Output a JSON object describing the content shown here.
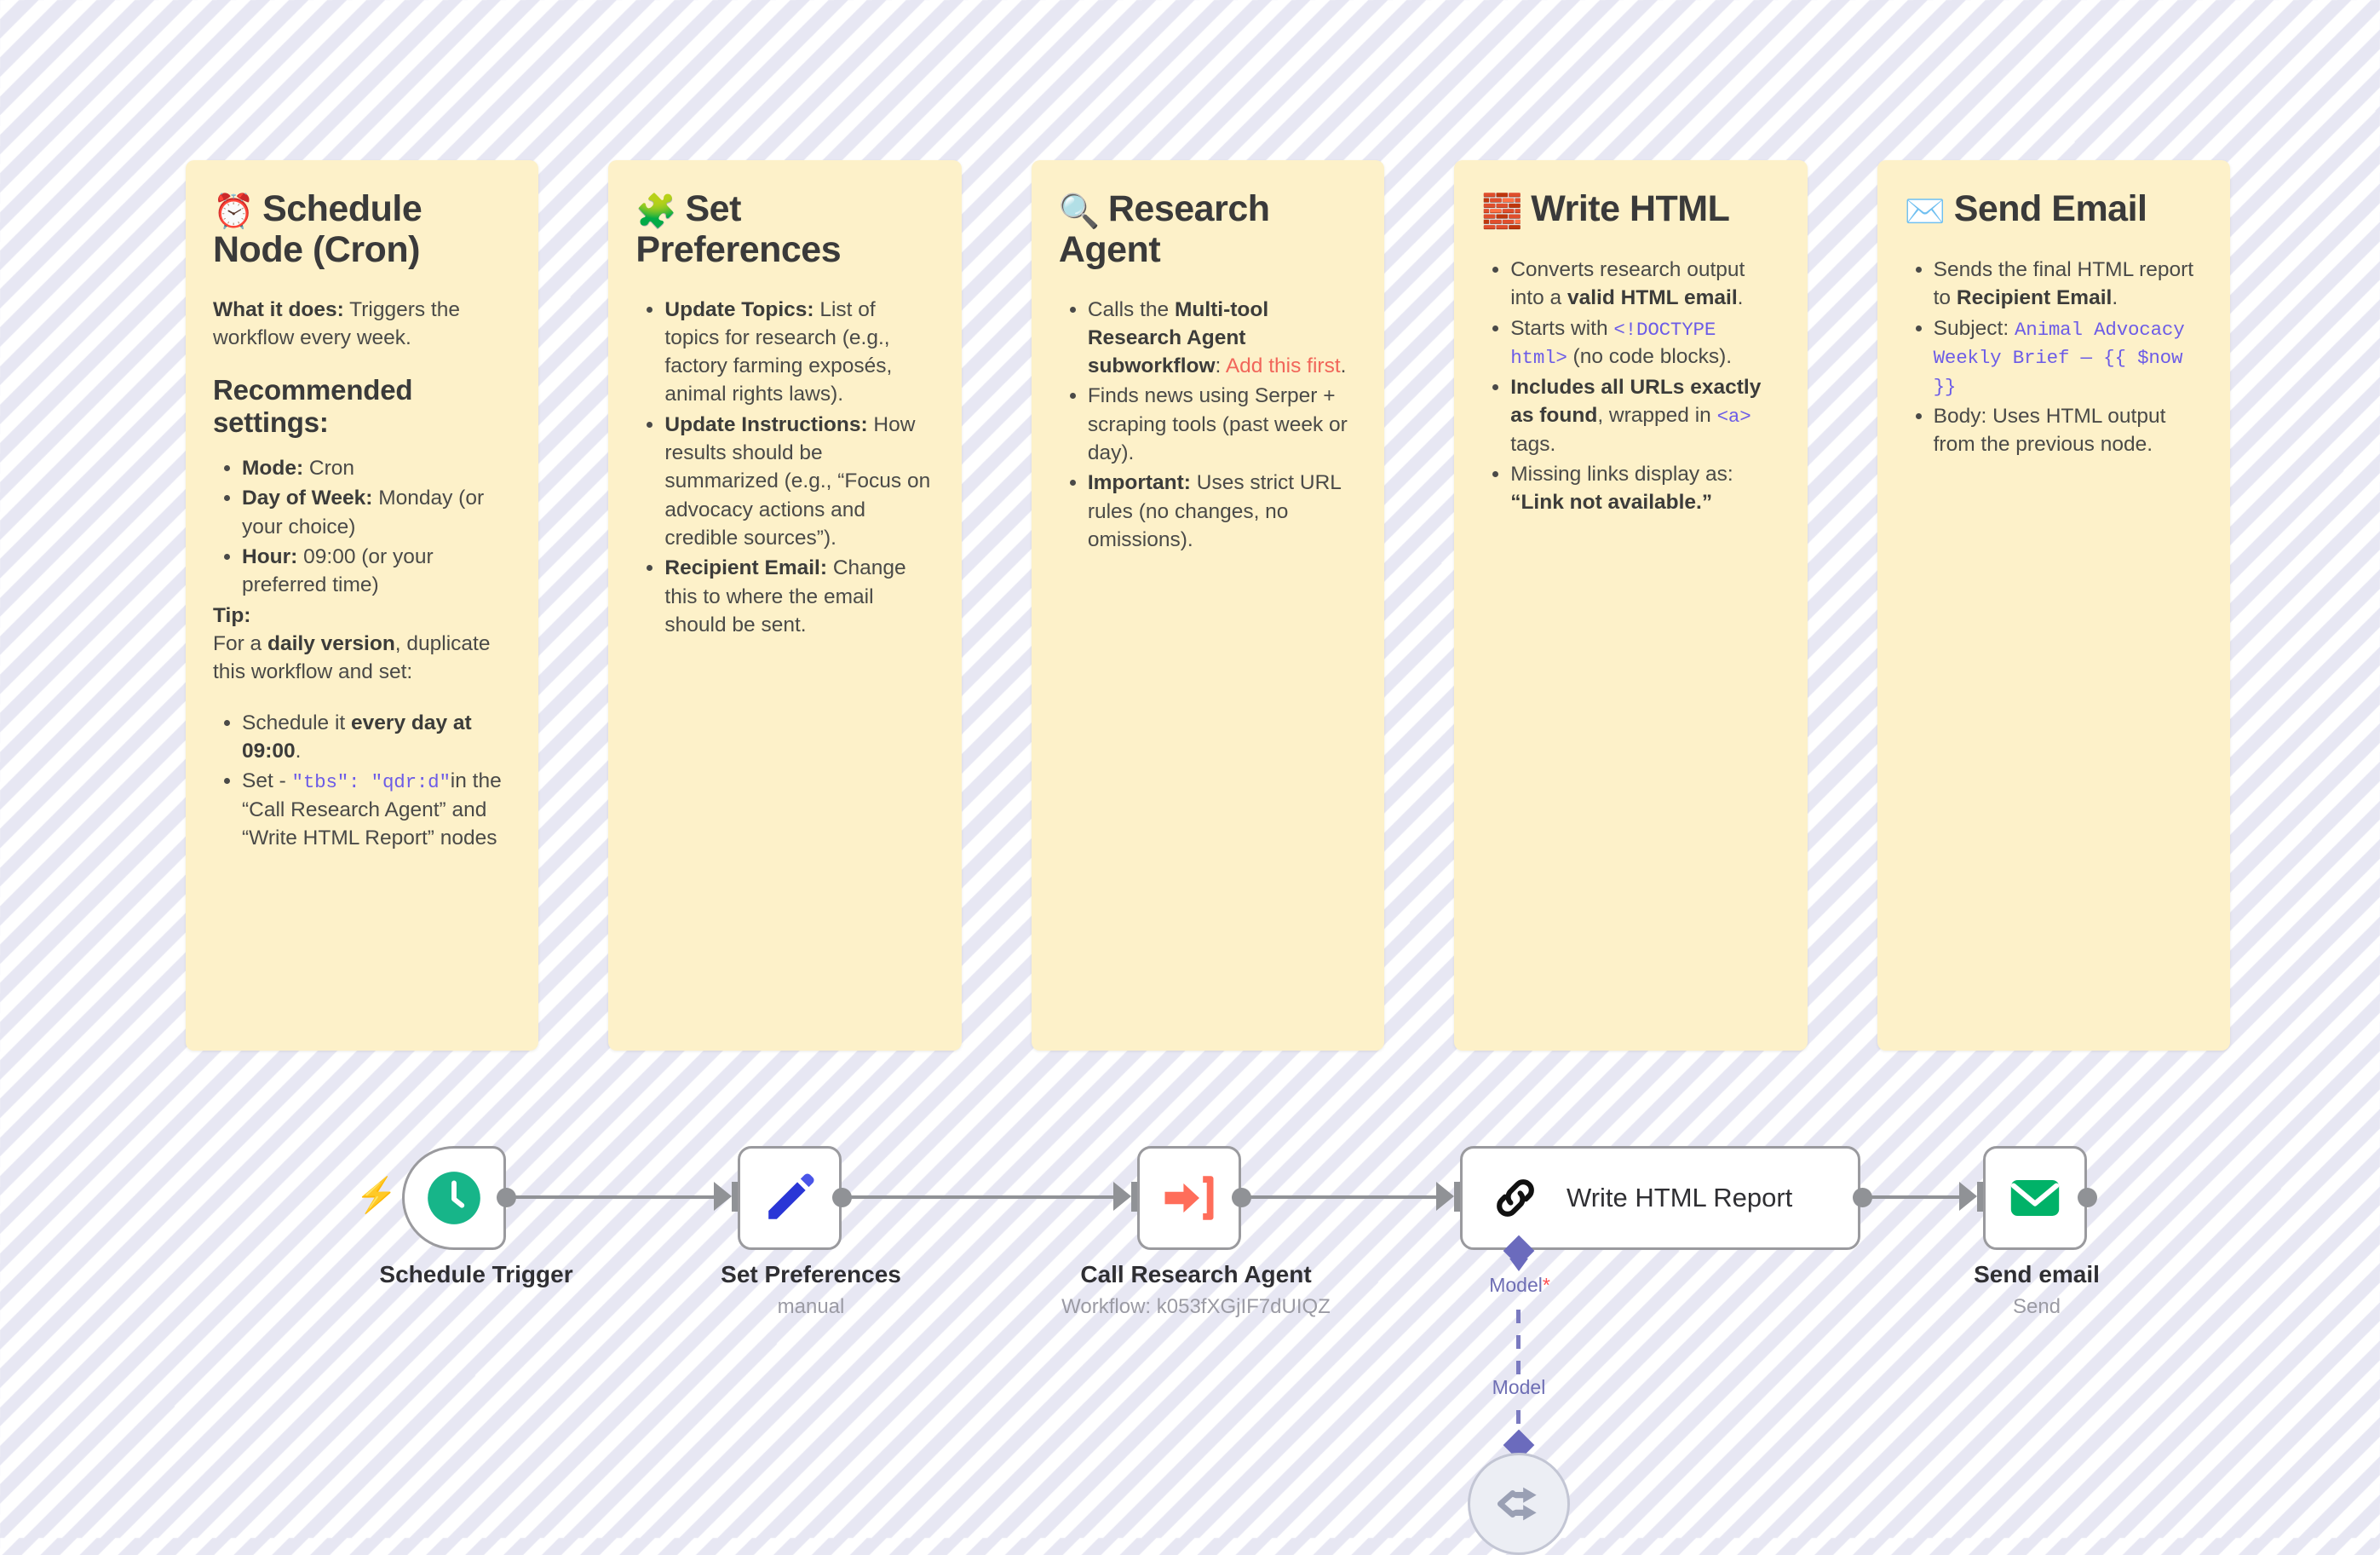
{
  "sticky_notes": [
    {
      "id": "schedule-node",
      "emoji": "⏰",
      "emoji_name": "alarm-clock-icon",
      "title": "Schedule Node (Cron)",
      "intro_label": "What it does:",
      "intro_text": " Triggers the workflow every week.",
      "section_heading": "Recommended settings:",
      "bullets": [
        {
          "label": "Mode:",
          "text": " Cron"
        },
        {
          "label": "Day of Week:",
          "text": " Monday (or your choice)"
        },
        {
          "label": "Hour:",
          "text": " 09:00 (or your preferred time)"
        }
      ],
      "tip_label": "Tip:",
      "tip_text_pre": "For a ",
      "tip_text_bold": "daily version",
      "tip_text_post": ", duplicate this workflow and set:",
      "tip_bullets": [
        {
          "pre": "Schedule it ",
          "bold": "every day at 09:00",
          "post": "."
        },
        {
          "pre": "Set - ",
          "code": "\"tbs\": \"qdr:d\"",
          "post": "in the “Call Research Agent” and “Write HTML Report” nodes"
        }
      ]
    },
    {
      "id": "set-preferences",
      "emoji": "🧩",
      "emoji_name": "puzzle-piece-icon",
      "title": "Set Preferences",
      "bullets": [
        {
          "label": "Update Topics:",
          "text": " List of topics for research (e.g., factory farming exposés, animal rights laws)."
        },
        {
          "label": "Update Instructions:",
          "text": " How results should be summarized (e.g., “Focus on advocacy actions and credible sources”)."
        },
        {
          "label": "Recipient Email:",
          "text": " Change this to where the email should be sent."
        }
      ]
    },
    {
      "id": "research-agent",
      "emoji": "🔍",
      "emoji_name": "magnifying-glass-icon",
      "title": "Research Agent",
      "bullets": [
        {
          "pre": "Calls the ",
          "bold": "Multi-tool Research Agent subworkflow",
          "post": ":",
          "warn": "Add this first",
          "warn_post": "."
        },
        {
          "text": "Finds news using Serper + scraping tools (past week or day)."
        },
        {
          "label": "Important:",
          "text": " Uses strict URL rules (no changes, no omissions)."
        }
      ]
    },
    {
      "id": "write-html",
      "emoji": "🧱",
      "emoji_name": "brick-icon",
      "title": "Write HTML",
      "bullets": [
        {
          "pre": "Converts research output into a ",
          "bold": "valid HTML email",
          "post": "."
        },
        {
          "pre": "Starts with ",
          "code": "<!DOCTYPE html>",
          "post": " (no code blocks)."
        },
        {
          "bold_lead": "Includes all URLs exactly as found",
          "mid": ", wrapped in ",
          "code": "<a>",
          "post": " tags."
        },
        {
          "pre": "Missing links display as: ",
          "bold": "“Link not available.”"
        }
      ]
    },
    {
      "id": "send-email",
      "emoji": "✉️",
      "emoji_name": "envelope-icon",
      "title": "Send Email",
      "bullets": [
        {
          "pre": "Sends the final HTML report to ",
          "bold": "Recipient Email",
          "post": "."
        },
        {
          "pre": "Subject: ",
          "code": "Animal Advocacy Weekly Brief — {{ $now }}"
        },
        {
          "text": "Body: Uses HTML output from the previous node."
        }
      ]
    }
  ],
  "workflow": {
    "trigger_badge_icon": "lightning-bolt-icon",
    "nodes": [
      {
        "id": "schedule-trigger",
        "label": "Schedule Trigger",
        "sublabel": "",
        "icon": "clock-icon",
        "icon_color": "#17b589"
      },
      {
        "id": "set-preferences",
        "label": "Set Preferences",
        "sublabel": "manual",
        "icon": "pencil-icon",
        "icon_color": "#2a36d6"
      },
      {
        "id": "call-research-agent",
        "label": "Call Research Agent",
        "sublabel": "Workflow: k053fXGjIF7dUIQZ",
        "icon": "execute-subworkflow-icon",
        "icon_color": "#ff6d5a"
      },
      {
        "id": "write-html-report",
        "label": "Write HTML Report",
        "title_in_node": "Write HTML Report",
        "sublabel": "",
        "icon": "chain-link-icon",
        "icon_color": "#111111"
      },
      {
        "id": "send-email",
        "label": "Send email",
        "sublabel": "Send",
        "icon": "envelope-filled-icon",
        "icon_color": "#00b268"
      }
    ],
    "model_connector": {
      "port_label": "Model",
      "required_marker": "*",
      "branch_label": "Model",
      "node_icon": "model-branch-icon"
    }
  },
  "colors": {
    "sticky_background": "#fdf1c9",
    "canvas_background": "#f4f4fa",
    "code_accent": "#6c5ce7",
    "warning": "#f1665a",
    "connector": "#909296",
    "model_accent": "#6b6bbd"
  }
}
